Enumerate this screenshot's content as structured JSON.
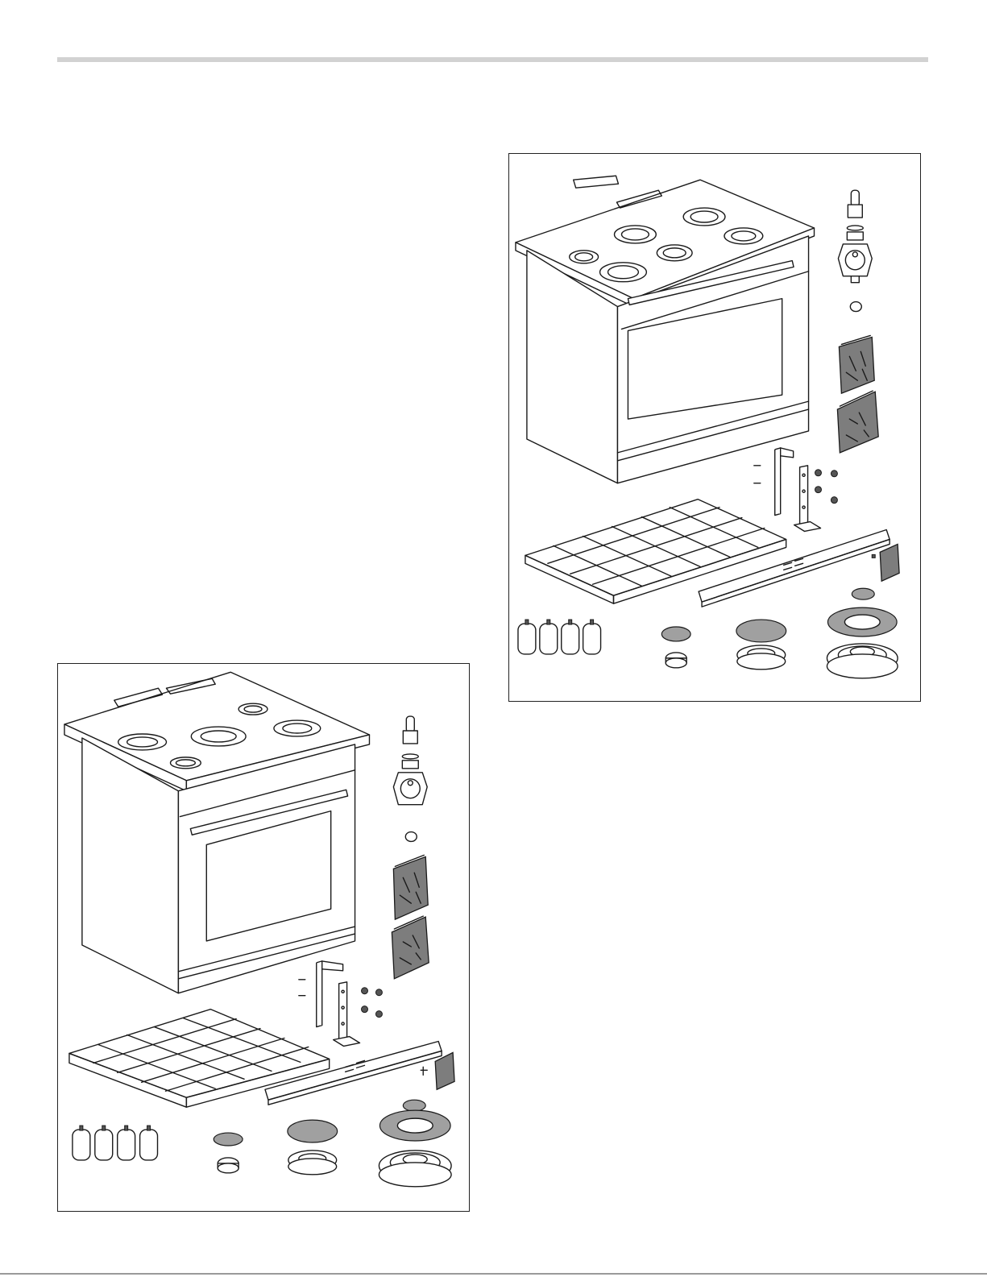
{
  "figures": [
    {
      "id": "fig-right",
      "illustration": "range-36-inch-parts"
    },
    {
      "id": "fig-left",
      "illustration": "range-30-inch-parts"
    }
  ],
  "colors": {
    "rule": "#d2d2d2",
    "frame": "#222222",
    "part_fill": "#a0a0a0",
    "bag_fill": "#7d7d7d"
  }
}
